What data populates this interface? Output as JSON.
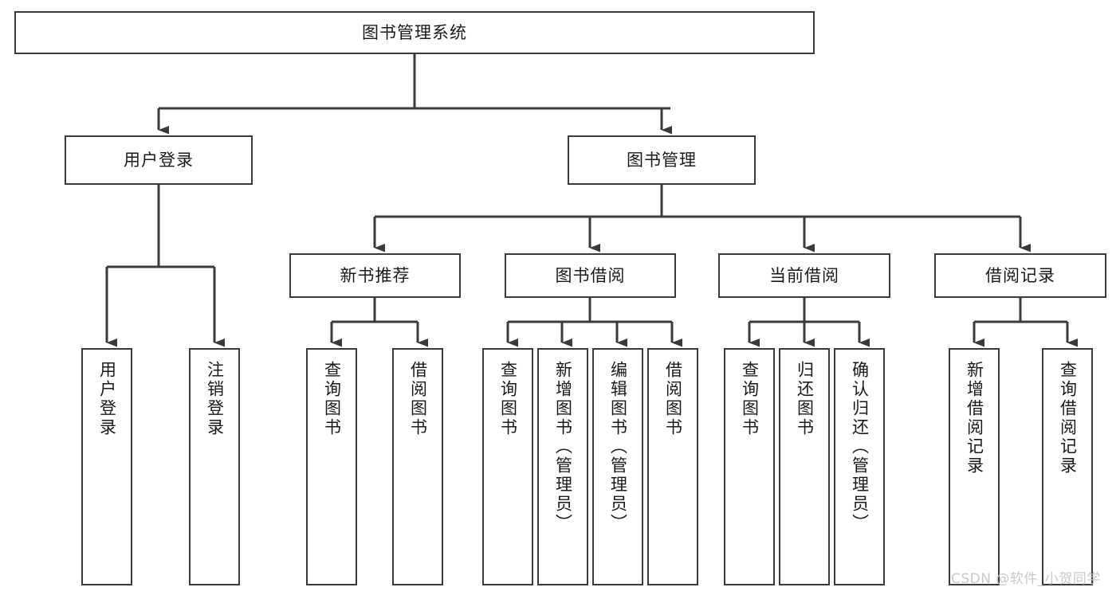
{
  "diagram": {
    "title": "图书管理系统",
    "type": "tree",
    "colors": {
      "background": "#ffffff",
      "node_border": "#3a3a3a",
      "connector": "#3a3a3a",
      "text": "#1a1a1a",
      "watermark": "#c9c9c9"
    },
    "root": {
      "label": "图书管理系统"
    },
    "level2": [
      {
        "label": "用户登录"
      },
      {
        "label": "图书管理"
      }
    ],
    "level3": [
      {
        "label": "新书推荐"
      },
      {
        "label": "图书借阅"
      },
      {
        "label": "当前借阅"
      },
      {
        "label": "借阅记录"
      }
    ],
    "leaves": {
      "user_login": [
        {
          "label": "用户登录"
        },
        {
          "label": "注销登录"
        }
      ],
      "new_book_rec": [
        {
          "label": "查询图书"
        },
        {
          "label": "借阅图书"
        }
      ],
      "book_borrow": [
        {
          "label": "查询图书"
        },
        {
          "label": "新增图书（管理员）"
        },
        {
          "label": "编辑图书（管理员）"
        },
        {
          "label": "借阅图书"
        }
      ],
      "current_borrow": [
        {
          "label": "查询图书"
        },
        {
          "label": "归还图书"
        },
        {
          "label": "确认归还（管理员）"
        }
      ],
      "borrow_record": [
        {
          "label": "新增借阅记录"
        },
        {
          "label": "查询借阅记录"
        }
      ]
    }
  },
  "watermark": {
    "text": "CSDN @软件_小贺同学"
  }
}
